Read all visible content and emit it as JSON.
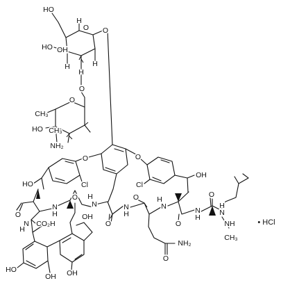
{
  "molecule": {
    "labels": [
      {
        "id": "sugar1-ch2oh",
        "text": "HO"
      },
      {
        "id": "sugar1-ring-o",
        "text": "O"
      },
      {
        "id": "sugar1-anomeric-o",
        "text": "O"
      },
      {
        "id": "sugar1-oh-4",
        "text": "HO"
      },
      {
        "id": "sugar1-oh-3",
        "text": "OH"
      },
      {
        "id": "sugar1-h-5",
        "text": "H"
      },
      {
        "id": "sugar1-h-4",
        "text": "H"
      },
      {
        "id": "sugar1-h-3",
        "text": "H"
      },
      {
        "id": "sugar1-h-2",
        "text": "H"
      },
      {
        "id": "glycosidic-o",
        "text": "O"
      },
      {
        "id": "sugar2-ring-o",
        "text": "O"
      },
      {
        "id": "sugar2-ch3-top",
        "text": "CH₃"
      },
      {
        "id": "sugar2-oh",
        "text": "HO"
      },
      {
        "id": "sugar2-ch3-mid",
        "text": "CH₃"
      },
      {
        "id": "sugar2-nh2",
        "text": "NH₂"
      },
      {
        "id": "ether-o-left",
        "text": "O"
      },
      {
        "id": "ether-o-right",
        "text": "O"
      },
      {
        "id": "cl-left",
        "text": "Cl"
      },
      {
        "id": "cl-right",
        "text": "Cl"
      },
      {
        "id": "ho-left-benzylic",
        "text": "HO"
      },
      {
        "id": "oh-right-benzylic",
        "text": "OH"
      },
      {
        "id": "carbonyl-o-left",
        "text": "O"
      },
      {
        "id": "nh-ring-1",
        "text": "N"
      },
      {
        "id": "h-ring-1",
        "text": "H"
      },
      {
        "id": "nh-ring-2",
        "text": "N"
      },
      {
        "id": "h-ring-2",
        "text": "H"
      },
      {
        "id": "carbonyl-o-ring-top",
        "text": "O"
      },
      {
        "id": "nh-ring-3",
        "text": "N"
      },
      {
        "id": "h-ring-3",
        "text": "H"
      },
      {
        "id": "carbonyl-o-mid",
        "text": "O"
      },
      {
        "id": "nh-ring-4",
        "text": "N"
      },
      {
        "id": "h-ring-4",
        "text": "H"
      },
      {
        "id": "carbonyl-o-right-1",
        "text": "O"
      },
      {
        "id": "nh-chain-1",
        "text": "N"
      },
      {
        "id": "h-chain-1",
        "text": "H"
      },
      {
        "id": "nh-chain-2",
        "text": "N"
      },
      {
        "id": "h-chain-2",
        "text": "H"
      },
      {
        "id": "carbonyl-o-right-2",
        "text": "O"
      },
      {
        "id": "nh-lower-left",
        "text": "N"
      },
      {
        "id": "h-lower-left",
        "text": "H"
      },
      {
        "id": "carbonyl-o-lower-left",
        "text": "O"
      },
      {
        "id": "co2h",
        "text": "CO₂H"
      },
      {
        "id": "nh-methylamine",
        "text": "NH"
      },
      {
        "id": "ch3-methylamine",
        "text": "CH₃"
      },
      {
        "id": "amide-nh2",
        "text": "NH₂"
      },
      {
        "id": "amide-o",
        "text": "O"
      },
      {
        "id": "ho-bottom-left",
        "text": "HO"
      },
      {
        "id": "oh-bottom-mid",
        "text": "OH"
      },
      {
        "id": "oh-bottom-right",
        "text": "OH"
      },
      {
        "id": "oh-phenol-top",
        "text": "OH"
      }
    ],
    "salt": "• HCl"
  }
}
